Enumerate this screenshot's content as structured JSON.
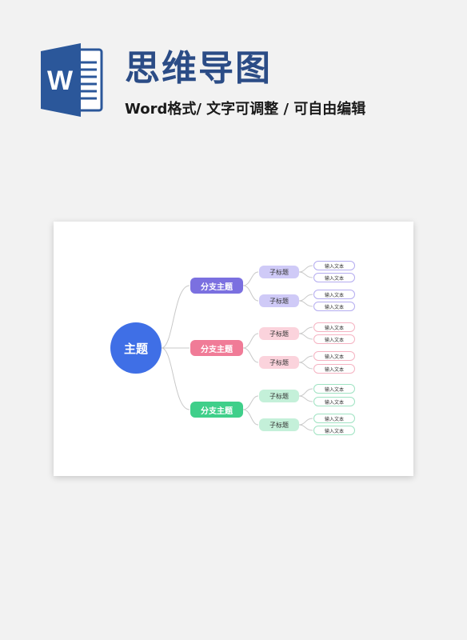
{
  "header": {
    "app_icon": "word-icon",
    "icon_letter": "W",
    "title": "思维导图",
    "subtitle": "Word格式/ 文字可调整 / 可自由编辑"
  },
  "colors": {
    "title": "#2b4c86",
    "word_blue": "#2b579a",
    "root": "#3f6fe6",
    "purple": "#7b70e0",
    "pink": "#f07b97",
    "green": "#3fcf8a"
  },
  "mindmap": {
    "root": "主题",
    "branches": [
      {
        "label": "分支主题",
        "subs": [
          {
            "label": "子标题",
            "leaves": [
              "输入文本",
              "输入文本"
            ]
          },
          {
            "label": "子标题",
            "leaves": [
              "输入文本",
              "输入文本"
            ]
          }
        ]
      },
      {
        "label": "分支主题",
        "subs": [
          {
            "label": "子标题",
            "leaves": [
              "输入文本",
              "输入文本"
            ]
          },
          {
            "label": "子标题",
            "leaves": [
              "输入文本",
              "输入文本"
            ]
          }
        ]
      },
      {
        "label": "分支主题",
        "subs": [
          {
            "label": "子标题",
            "leaves": [
              "输入文本",
              "输入文本"
            ]
          },
          {
            "label": "子标题",
            "leaves": [
              "输入文本",
              "输入文本"
            ]
          }
        ]
      }
    ]
  }
}
